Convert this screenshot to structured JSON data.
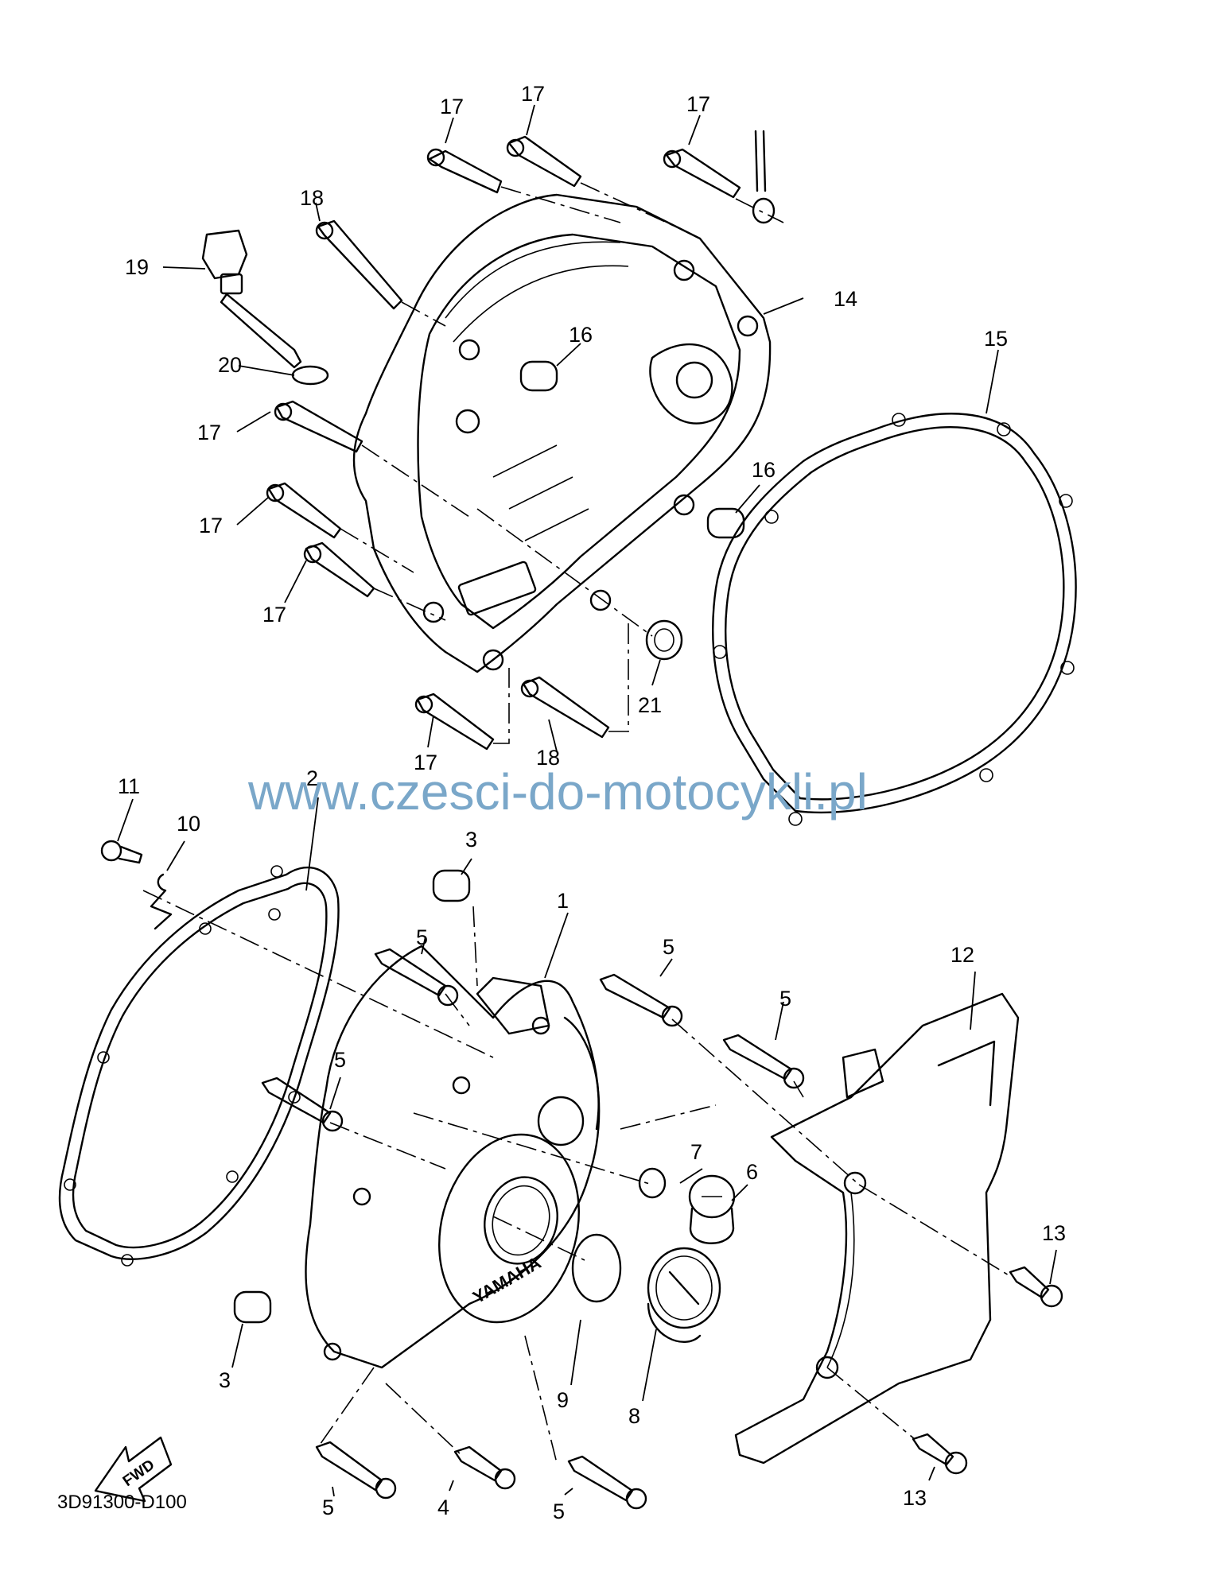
{
  "watermark": "www.czesci-do-motocykli.pl",
  "diagram_code": "3D91300-D100",
  "fwd_label": "FWD",
  "cover_brand": "YAMAHA",
  "callouts": [
    {
      "id": "c17a",
      "label": "17"
    },
    {
      "id": "c17b",
      "label": "17"
    },
    {
      "id": "c17c",
      "label": "17"
    },
    {
      "id": "c18a",
      "label": "18"
    },
    {
      "id": "c19",
      "label": "19"
    },
    {
      "id": "c20",
      "label": "20"
    },
    {
      "id": "c14",
      "label": "14"
    },
    {
      "id": "c15",
      "label": "15"
    },
    {
      "id": "c16a",
      "label": "16"
    },
    {
      "id": "c16b",
      "label": "16"
    },
    {
      "id": "c17d",
      "label": "17"
    },
    {
      "id": "c17e",
      "label": "17"
    },
    {
      "id": "c17f",
      "label": "17"
    },
    {
      "id": "c21",
      "label": "21"
    },
    {
      "id": "c17g",
      "label": "17"
    },
    {
      "id": "c18b",
      "label": "18"
    },
    {
      "id": "c11",
      "label": "11"
    },
    {
      "id": "c2",
      "label": "2"
    },
    {
      "id": "c10",
      "label": "10"
    },
    {
      "id": "c3a",
      "label": "3"
    },
    {
      "id": "c1",
      "label": "1"
    },
    {
      "id": "c5a",
      "label": "5"
    },
    {
      "id": "c5b",
      "label": "5"
    },
    {
      "id": "c5c",
      "label": "5"
    },
    {
      "id": "c12",
      "label": "12"
    },
    {
      "id": "c5d",
      "label": "5"
    },
    {
      "id": "c7",
      "label": "7"
    },
    {
      "id": "c6",
      "label": "6"
    },
    {
      "id": "c13a",
      "label": "13"
    },
    {
      "id": "c3b",
      "label": "3"
    },
    {
      "id": "c9",
      "label": "9"
    },
    {
      "id": "c8",
      "label": "8"
    },
    {
      "id": "c13b",
      "label": "13"
    },
    {
      "id": "c5e",
      "label": "5"
    },
    {
      "id": "c4",
      "label": "4"
    },
    {
      "id": "c5f",
      "label": "5"
    }
  ]
}
